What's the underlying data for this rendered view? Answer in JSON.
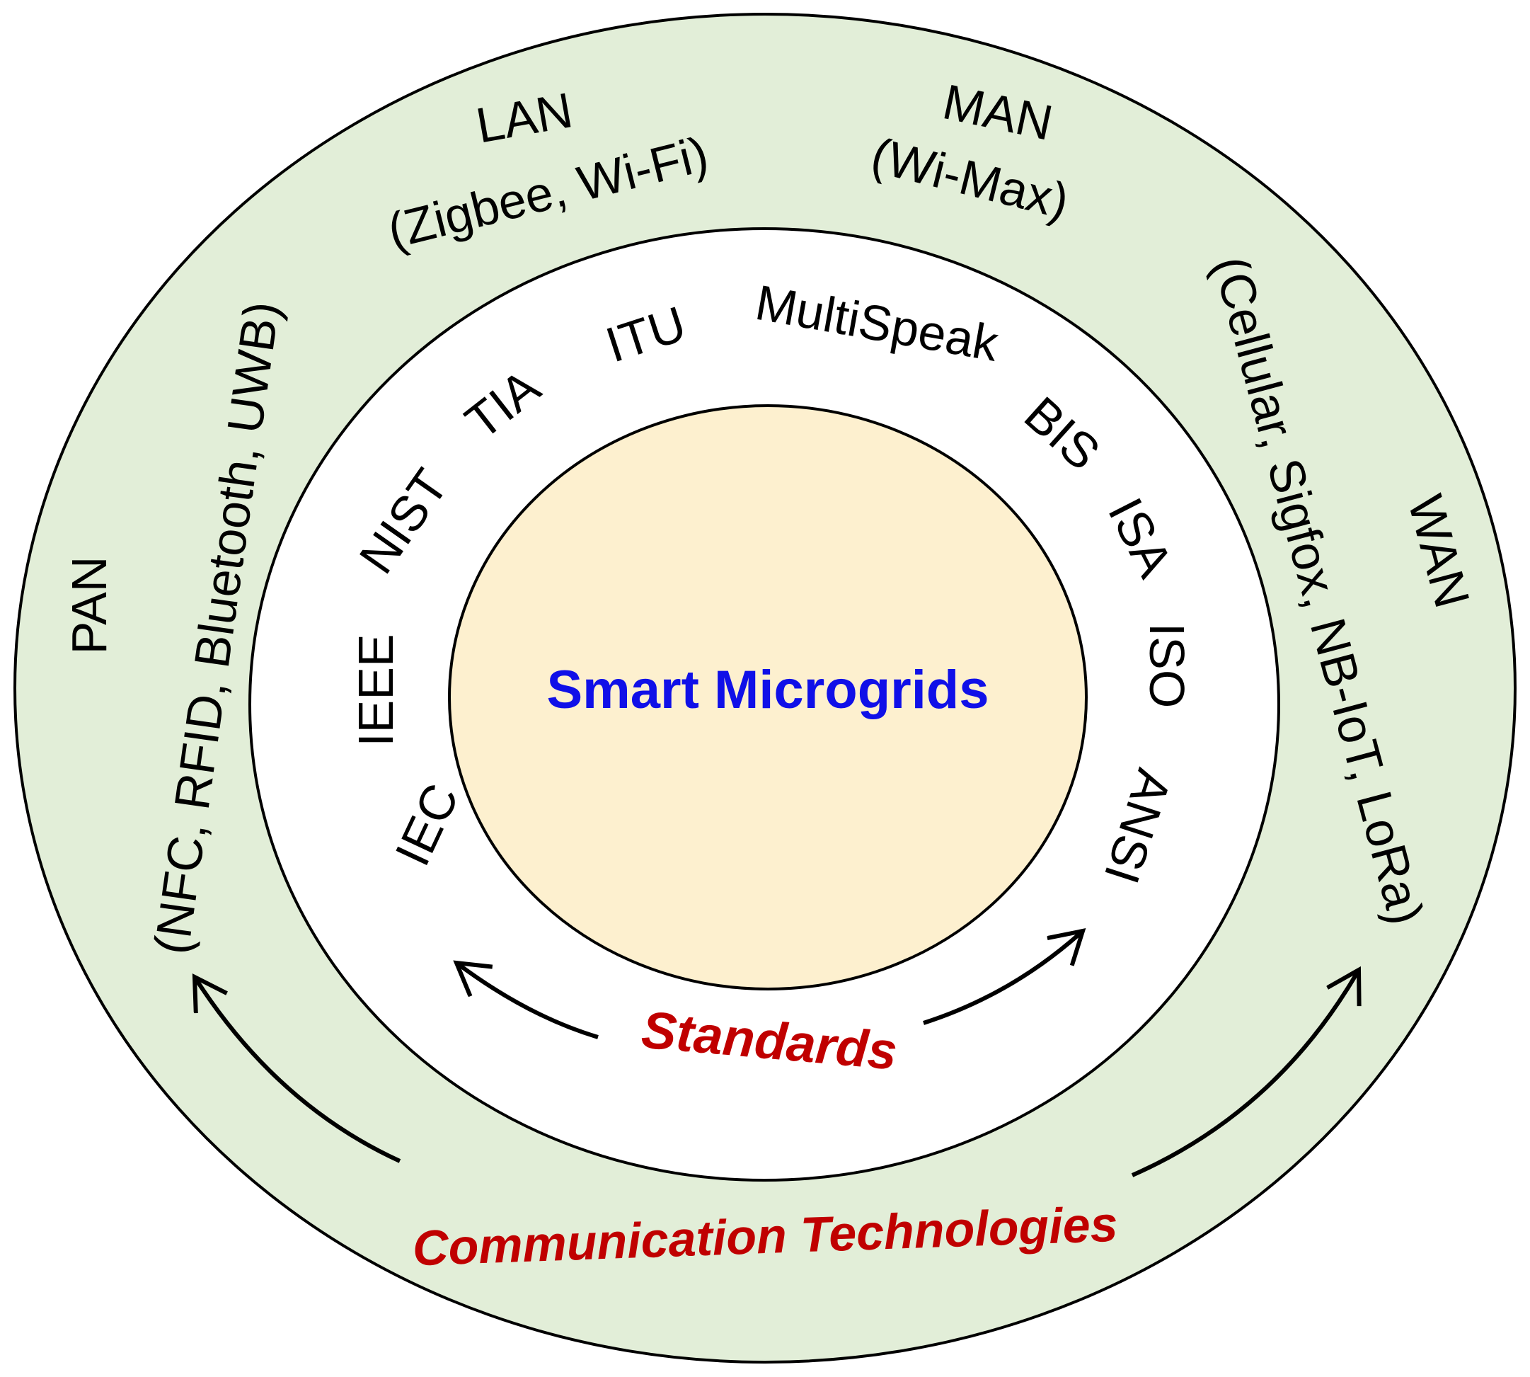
{
  "center": {
    "title": "Smart Microgrids"
  },
  "standards": {
    "title": "Standards",
    "items": [
      "IEC",
      "IEEE",
      "NIST",
      "TIA",
      "ITU",
      "MultiSpeak",
      "BIS",
      "ISA",
      "ISO",
      "ANSI"
    ]
  },
  "communication": {
    "title": "Communication Technologies",
    "pan": {
      "name": "PAN",
      "tech": "(NFC, RFID, Bluetooth, UWB)"
    },
    "lan": {
      "name": "LAN",
      "tech": "(Zigbee, Wi-Fi)"
    },
    "man": {
      "name": "MAN",
      "tech": "(Wi-Max)"
    },
    "wan": {
      "name": "WAN",
      "tech": "(Cellular, Sigfox, NB-IoT, LoRa)"
    }
  },
  "colors": {
    "outer_ring": "#e2eed8",
    "middle_ring": "#ffffff",
    "center_fill": "#fdf0cf",
    "center_text": "#1010e8",
    "ring_titles": "#c00000",
    "stroke": "#000000"
  }
}
